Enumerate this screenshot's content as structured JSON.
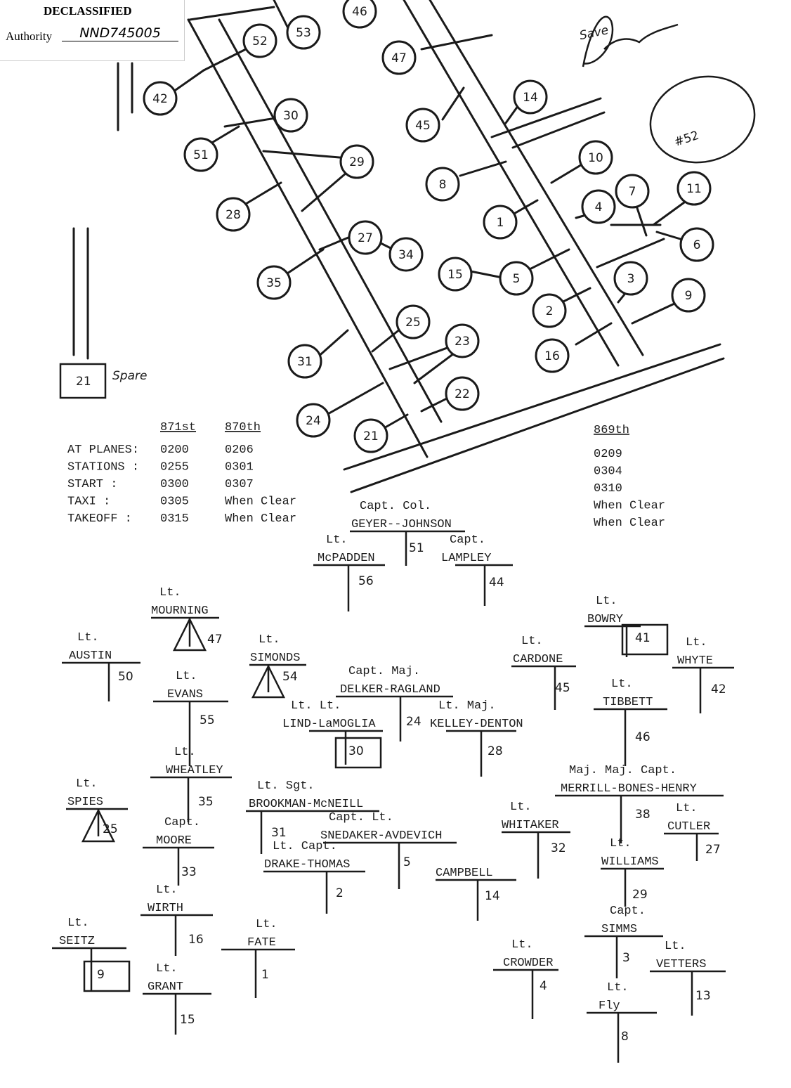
{
  "stamp": {
    "title": "DECLASSIFIED",
    "authority_label": "Authority",
    "authority_value": "NND745005"
  },
  "annotation": {
    "handwritten_top": "Save",
    "circled_number": "#52",
    "spare_box": "21",
    "spare_text": "Spare"
  },
  "hardstands": [
    "52",
    "53",
    "46",
    "47",
    "42",
    "30",
    "51",
    "29",
    "28",
    "27",
    "34",
    "35",
    "25",
    "31",
    "24",
    "23",
    "22",
    "21",
    "14",
    "45",
    "10",
    "8",
    "7",
    "11",
    "4",
    "1",
    "6",
    "15",
    "5",
    "3",
    "2",
    "9",
    "16"
  ],
  "schedule": {
    "columns": [
      "871st",
      "870th",
      "869th"
    ],
    "rows": [
      {
        "label": "AT PLANES:",
        "v871": "0200",
        "v870": "0206",
        "v869": "0209"
      },
      {
        "label": "STATIONS :",
        "v871": "0255",
        "v870": "0301",
        "v869": "0304"
      },
      {
        "label": "START    :",
        "v871": "0300",
        "v870": "0307",
        "v869": "0310"
      },
      {
        "label": "TAXI     :",
        "v871": "0305",
        "v870": "When Clear",
        "v869": "When Clear"
      },
      {
        "label": "TAKEOFF  :",
        "v871": "0315",
        "v870": "When Clear",
        "v869": "When Clear"
      }
    ]
  },
  "crews": [
    {
      "rank": "Capt.   Col.",
      "name": "GEYER--JOHNSON",
      "num": "51"
    },
    {
      "rank": "Lt.",
      "name": "McPADDEN",
      "num": "56"
    },
    {
      "rank": "Capt.",
      "name": "LAMPLEY",
      "num": "44"
    },
    {
      "rank": "Lt.",
      "name": "MOURNING",
      "num": "47"
    },
    {
      "rank": "Lt.",
      "name": "AUSTIN",
      "num": "50"
    },
    {
      "rank": "Lt.",
      "name": "SIMONDS",
      "num": "54"
    },
    {
      "rank": "Lt.",
      "name": "EVANS",
      "num": "55"
    },
    {
      "rank": "Capt.   Maj.",
      "name": "DELKER-RAGLAND",
      "num": "24"
    },
    {
      "rank": "Lt.     Lt.",
      "name": "LIND-LaMOGLIA",
      "num": "30"
    },
    {
      "rank": "Lt.      Maj.",
      "name": "KELLEY-DENTON",
      "num": "28"
    },
    {
      "rank": "Lt.",
      "name": "CARDONE",
      "num": "45"
    },
    {
      "rank": "Lt.",
      "name": "BOWRY",
      "num": "41"
    },
    {
      "rank": "Lt.",
      "name": "WHYTE",
      "num": "42"
    },
    {
      "rank": "Lt.",
      "name": "TIBBETT",
      "num": "46"
    },
    {
      "rank": "Lt.",
      "name": "WHEATLEY",
      "num": "35"
    },
    {
      "rank": "Lt.",
      "name": "SPIES",
      "num": "25"
    },
    {
      "rank": "Lt.         Sgt.",
      "name": "BROOKMAN-McNEILL",
      "num": "31"
    },
    {
      "rank": "Maj.   Maj.   Capt.",
      "name": "MERRILL-BONES-HENRY",
      "num": "38"
    },
    {
      "rank": "Capt.",
      "name": "MOORE",
      "num": "33"
    },
    {
      "rank": "Capt.     Lt.",
      "name": "SNEDAKER-AVDEVICH",
      "num": "5"
    },
    {
      "rank": "Lt.",
      "name": "WHITAKER",
      "num": "32"
    },
    {
      "rank": "Lt.",
      "name": "CUTLER",
      "num": "27"
    },
    {
      "rank": "Lt.   Capt.",
      "name": "DRAKE-THOMAS",
      "num": "2"
    },
    {
      "rank": "",
      "name": "CAMPBELL",
      "num": "14"
    },
    {
      "rank": "Lt.",
      "name": "WILLIAMS",
      "num": "29"
    },
    {
      "rank": "Lt.",
      "name": "WIRTH",
      "num": "16"
    },
    {
      "rank": "Capt.",
      "name": "SIMMS",
      "num": "3"
    },
    {
      "rank": "Lt.",
      "name": "SEITZ",
      "num": "9"
    },
    {
      "rank": "Lt.",
      "name": "FATE",
      "num": "1"
    },
    {
      "rank": "Lt.",
      "name": "CROWDER",
      "num": "4"
    },
    {
      "rank": "Lt.",
      "name": "VETTERS",
      "num": "13"
    },
    {
      "rank": "Lt.",
      "name": "GRANT",
      "num": "15"
    },
    {
      "rank": "Lt.",
      "name": "Fly",
      "num": "8"
    }
  ]
}
